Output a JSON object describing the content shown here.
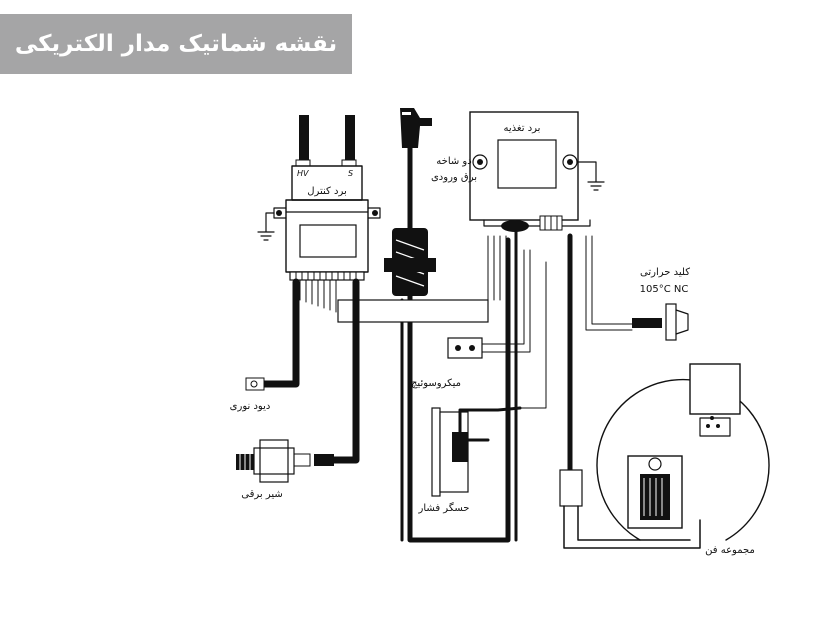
{
  "title": "نقشه شماتیک مدار الکتریکی",
  "labels": {
    "control_board": "برد کنترل",
    "hv": "HV",
    "s": "S",
    "power_board": "برد تغذیه",
    "plug_line1": "دو شاخه",
    "plug_line2": "برق ورودی",
    "thermal_switch": "کلید حرارتی",
    "thermal_rating": "105°C NC",
    "microswitch": "میکروسوئیچ",
    "ion_diode": "دیود نوری",
    "solenoid_valve": "شیر برقی",
    "pressure_sensor": "حسگر فشار",
    "fan_assembly": "مجموعه فن"
  },
  "colors": {
    "title_bg": "#a5a5a6",
    "title_text": "#ffffff",
    "ink": "#111111"
  }
}
